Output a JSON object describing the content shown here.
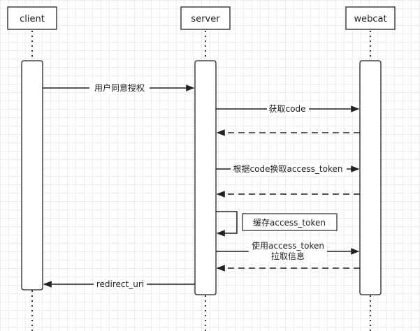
{
  "participants": {
    "client": "client",
    "server": "server",
    "webcat": "webcat"
  },
  "messages": {
    "user_consent": "用户同意授权",
    "get_code": "获取code",
    "exchange_token": "根据code换取access_token",
    "cache_token": "缓存access_token",
    "use_token_line1": "使用access_token",
    "use_token_line2": "拉取信息",
    "redirect": "redirect_uri"
  },
  "colors": {
    "line": "#222222",
    "box_fill": "#ffffff",
    "grid": "#ececec"
  }
}
